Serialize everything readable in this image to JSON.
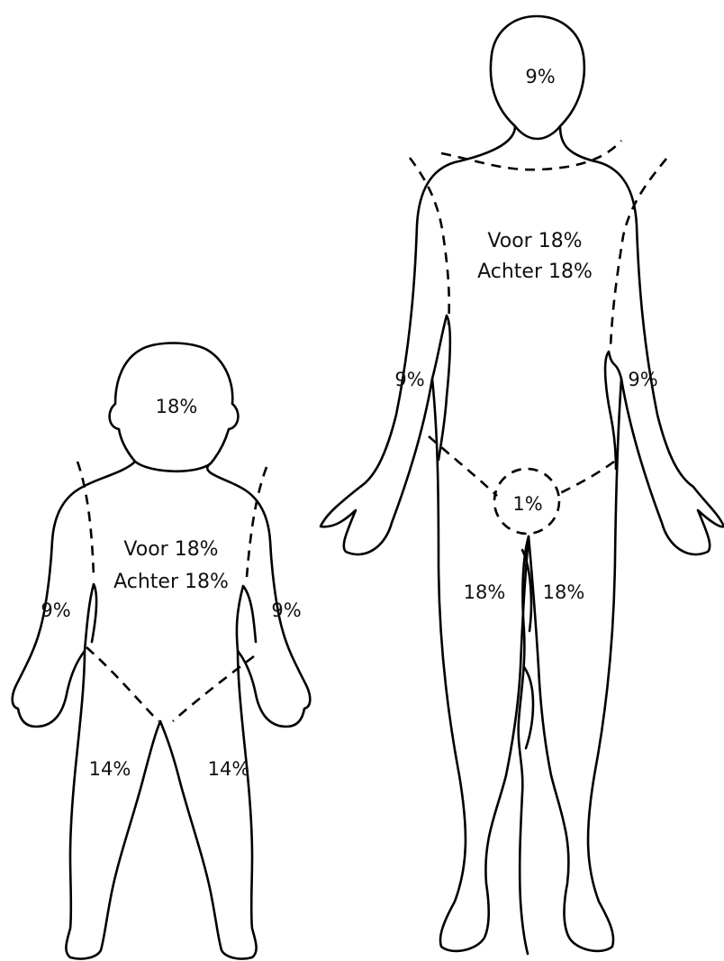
{
  "adult": {
    "head": "9%",
    "torso_front": "Voor 18%",
    "torso_back": "Achter 18%",
    "left_arm": "9%",
    "right_arm": "9%",
    "genitals": "1%",
    "left_leg": "18%",
    "right_leg": "18%"
  },
  "child": {
    "head": "18%",
    "torso_front": "Voor 18%",
    "torso_back": "Achter 18%",
    "left_arm": "9%",
    "right_arm": "9%",
    "left_leg": "14%",
    "right_leg": "14%"
  }
}
